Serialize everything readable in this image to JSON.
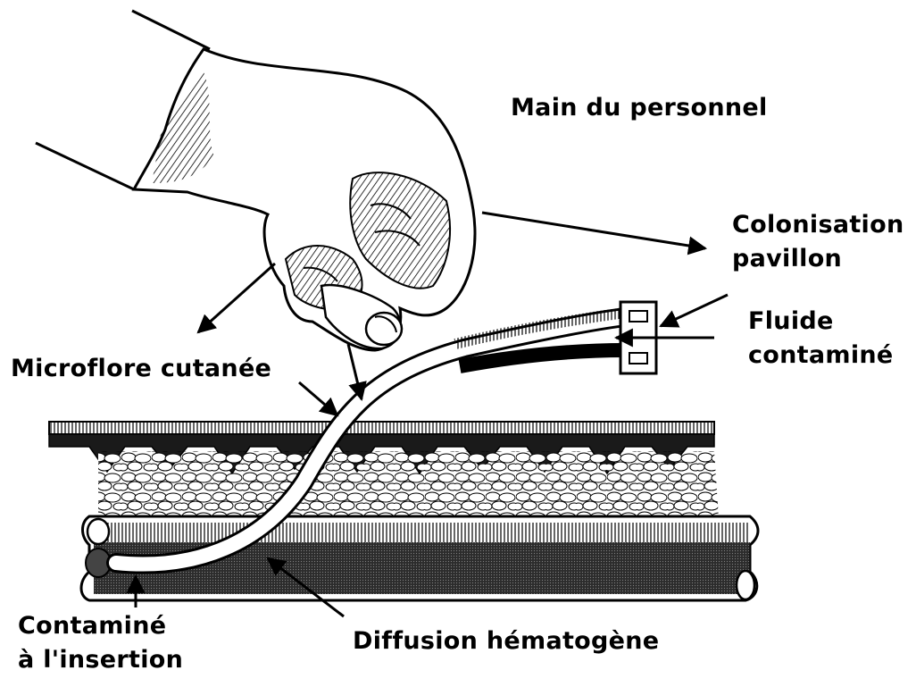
{
  "labels": {
    "hand": "Main du personnel",
    "colonisation_line1": "Colonisation",
    "colonisation_line2": "pavillon",
    "fluide_line1": "Fluide",
    "fluide_line2": "contaminé",
    "microflore": "Microflore cutanée",
    "contamine_line1": "Contaminé",
    "contamine_line2": "à l'insertion",
    "diffusion": "Diffusion hématogène"
  },
  "colors": {
    "ink": "#000000",
    "background": "#ffffff",
    "vessel_shade": "#2a2a2a",
    "tissue_fill": "#f4f4f4"
  }
}
